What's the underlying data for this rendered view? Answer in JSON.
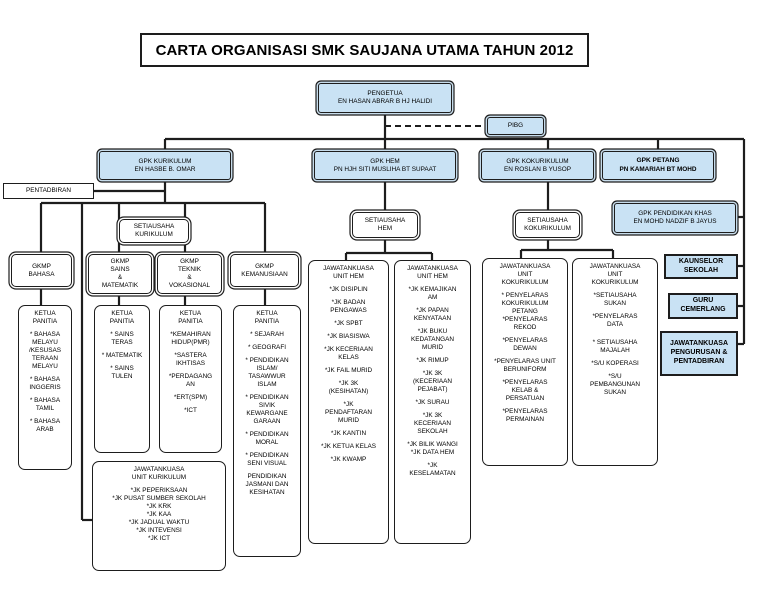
{
  "title": "CARTA ORGANISASI SMK SAUJANA UTAMA TAHUN 2012",
  "pengetua": [
    "PENGETUA",
    "EN HASAN ABRAR B HJ HALIDI"
  ],
  "pibg": "PIBG",
  "gpk_kurikulum": [
    "GPK KURIKULUM",
    "EN HASBE B. OMAR"
  ],
  "gpk_hem": [
    "GPK HEM",
    "PN HJH SITI MUSLIHA BT SUPAAT"
  ],
  "gpk_kokurikulum": [
    "GPK KOKURIKULUM",
    "EN ROSLAN B YUSOP"
  ],
  "gpk_petang": [
    "GPK PETANG",
    "PN KAMARIAH BT MOHD"
  ],
  "pentadbiran": "PENTADBIRAN",
  "gpk_pendidikan_khas": [
    "GPK PENDIDIKAN KHAS",
    "EN MOHD NADZIF B JAYUS"
  ],
  "setiausaha_kurikulum": [
    "SETIAUSAHA",
    "KURIKULUM"
  ],
  "setiausaha_hem": [
    "SETIAUSAHA",
    "HEM"
  ],
  "setiausaha_kokurikulum": [
    "SETIAUSAHA",
    "KOKURIKULUM"
  ],
  "gkmp_bahasa": [
    "GKMP",
    "BAHASA"
  ],
  "gkmp_sains": [
    "GKMP",
    "SAINS",
    "&",
    "MATEMATIK"
  ],
  "gkmp_teknik": [
    "GKMP",
    "TEKNIK",
    "&",
    "VOKASIONAL"
  ],
  "gkmp_kemanusiaan": [
    "GKMP",
    "KEMANUSIAAN"
  ],
  "ketua_bahasa": [
    "KETUA",
    "PANITIA",
    "",
    "* BAHASA",
    "MELAYU",
    "/KESUSAS",
    "TERAAN",
    "MELAYU",
    "",
    "* BAHASA",
    "INGGERIS",
    "",
    "* BAHASA",
    "TAMIL",
    "",
    "* BAHASA",
    "ARAB"
  ],
  "ketua_sains": [
    "KETUA",
    "PANITIA",
    "",
    "* SAINS",
    "TERAS",
    "",
    "* MATEMATIK",
    "",
    "* SAINS",
    "TULEN"
  ],
  "ketua_teknik": [
    "KETUA",
    "PANITIA",
    "",
    "*KEMAHIRAN",
    "HIDUP(PMR)",
    "",
    "*SASTERA",
    "IKHTISAS",
    "",
    "*PERDAGANG",
    "AN",
    "",
    "*ERT(SPM)",
    "",
    "*ICT"
  ],
  "ketua_kemanusiaan": [
    "KETUA",
    "PANITIA",
    "",
    "* SEJARAH",
    "",
    "* GEOGRAFI",
    "",
    "* PENDIDIKAN",
    "ISLAM/",
    "TASAWWUR",
    "ISLAM",
    "",
    "* PENDIDIKAN",
    "SIVIK",
    "KEWARGANE",
    "GARAAN",
    "",
    "* PENDIDIKAN",
    "MORAL",
    "",
    "* PENDIDIKAN",
    "SENI VISUAL",
    "",
    "PENDIDIKAN",
    "JASMANI DAN",
    "KESIHATAN"
  ],
  "jk_kurikulum": [
    "JAWATANKUASA",
    "UNIT KURIKULUM",
    "",
    "*JK PEPERIKSAAN",
    "*JK PUSAT SUMBER SEKOLAH",
    "*JK KRK",
    "*JK KAA",
    "*JK JADUAL WAKTU",
    "*JK INTEVENSI",
    "*JK ICT"
  ],
  "jk_hem_1": [
    "JAWATANKUASA",
    "UNIT HEM",
    "",
    "*JK DISIPLIN",
    "",
    "*JK BADAN",
    "PENGAWAS",
    "",
    "*JK SPBT",
    "",
    "*JK BIASISWA",
    "",
    "*JK KECERIAAN",
    "KELAS",
    "",
    "*JK FAIL MURID",
    "",
    "*JK 3K",
    "(KESIHATAN)",
    "",
    "*JK",
    "PENDAFTARAN",
    "MURID",
    "",
    "*JK KANTIN",
    "",
    "*JK KETUA KELAS",
    "",
    "*JK KWAMP"
  ],
  "jk_hem_2": [
    "JAWATANKUASA",
    "UNIT HEM",
    "",
    "*JK KEMAJIKAN",
    "AM",
    "",
    "*JK PAPAN",
    "KENYATAAN",
    "",
    "*JK BUKU",
    "KEDATANGAN",
    "MURID",
    "",
    "*JK RIMUP",
    "",
    "*JK 3K",
    "(KECERIAAN",
    "PEJABAT)",
    "",
    "*JK SURAU",
    "",
    "*JK 3K",
    "KECERIAAN",
    "SEKOLAH",
    "",
    "*JK BILIK WANGI",
    "*JK DATA HEM",
    "",
    "*JK",
    "KESELAMATAN"
  ],
  "jk_koko_1": [
    "JAWATANKUASA",
    "UNIT",
    "KOKURIKULUM",
    "",
    "* PENYELARAS",
    "KOKURIKULUM",
    "PETANG",
    "*PENYELARAS",
    "REKOD",
    "",
    "*PENYELARAS",
    "DEWAN",
    "",
    "*PENYELARAS UNIT",
    "BERUNIFORM",
    "",
    "*PENYELARAS",
    "KELAB &",
    "PERSATUAN",
    "",
    "*PENYELARAS",
    "PERMAINAN"
  ],
  "jk_koko_2": [
    "JAWATANKUASA",
    "UNIT",
    "KOKURIKULUM",
    "",
    "*SETIAUSAHA",
    "SUKAN",
    "",
    "*PENYELARAS",
    "DATA",
    "",
    "",
    "* SETIAUSAHA",
    "MAJALAH",
    "",
    "*S/U KOPERASI",
    "",
    "*S/U",
    "PEMBANGUNAN",
    "SUKAN"
  ],
  "kaunselor": [
    "KAUNSELOR",
    "SEKOLAH"
  ],
  "guru_cemerlang": [
    "GURU",
    "CEMERLANG"
  ],
  "jk_pengurusan": [
    "JAWATANKUASA",
    "PENGURUSAN &",
    "PENTADBIRAN"
  ]
}
